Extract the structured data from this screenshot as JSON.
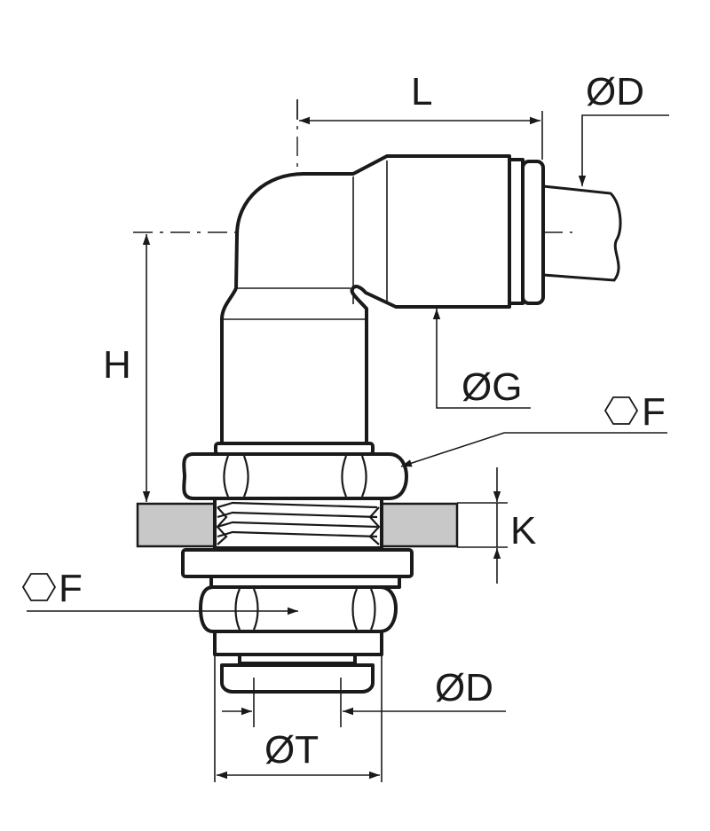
{
  "labels": {
    "L": "L",
    "D_top": "ØD",
    "H": "H",
    "G": "ØG",
    "F_top": "F",
    "K": "K",
    "F_bottom": "F",
    "D_bottom": "ØD",
    "T": "ØT"
  },
  "colors": {
    "line": "#1a1a1a",
    "panel": "#c8c8c8",
    "background": "#ffffff"
  },
  "icons": {
    "hex": "hexagon-icon"
  }
}
